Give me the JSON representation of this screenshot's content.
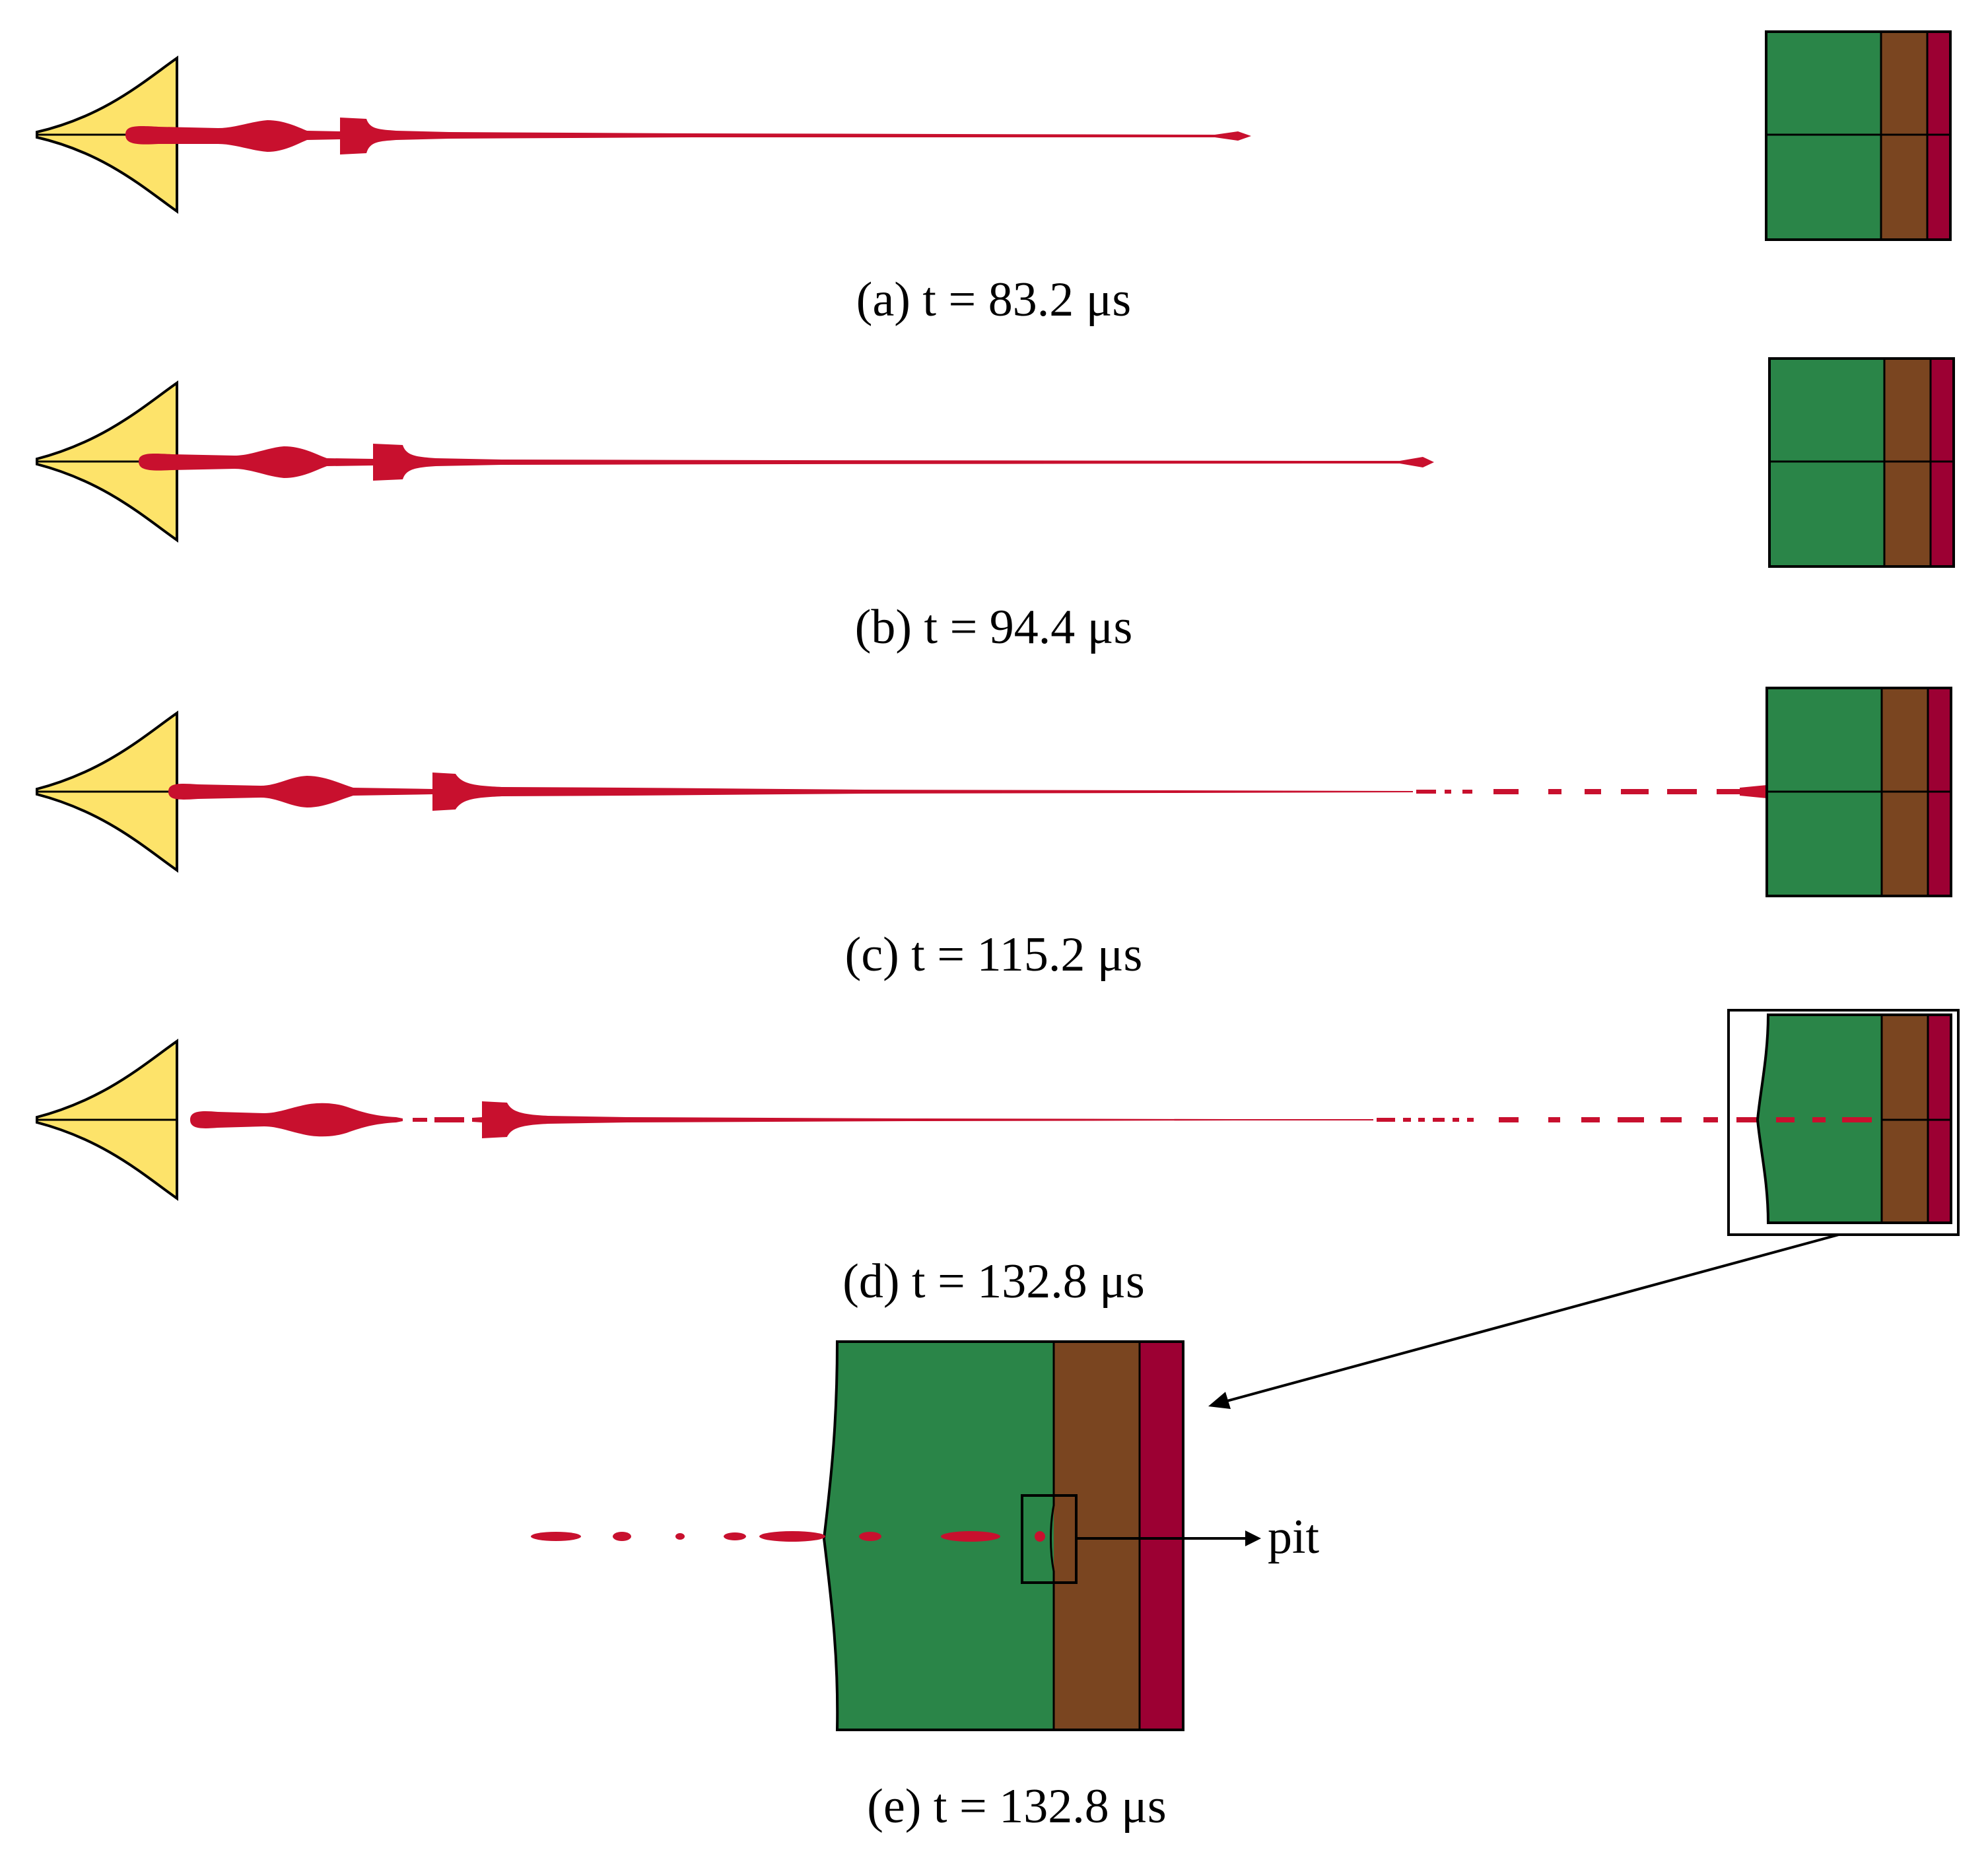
{
  "figure": {
    "panels": [
      {
        "id": "a",
        "caption": "(a) t = 83.2 μs"
      },
      {
        "id": "b",
        "caption": "(b) t = 94.4 μs"
      },
      {
        "id": "c",
        "caption": "(c) t = 115.2 μs"
      },
      {
        "id": "d",
        "caption": "(d) t = 132.8 μs"
      },
      {
        "id": "e",
        "caption": "(e) t = 132.8 μs"
      }
    ],
    "callout": {
      "label": "pit"
    }
  },
  "colors": {
    "liner": "#fde36a",
    "jet": "#c8102e",
    "layer_front": "#2a8548",
    "layer_middle": "#7a4520",
    "layer_back": "#9c0033",
    "outline": "#000000"
  }
}
